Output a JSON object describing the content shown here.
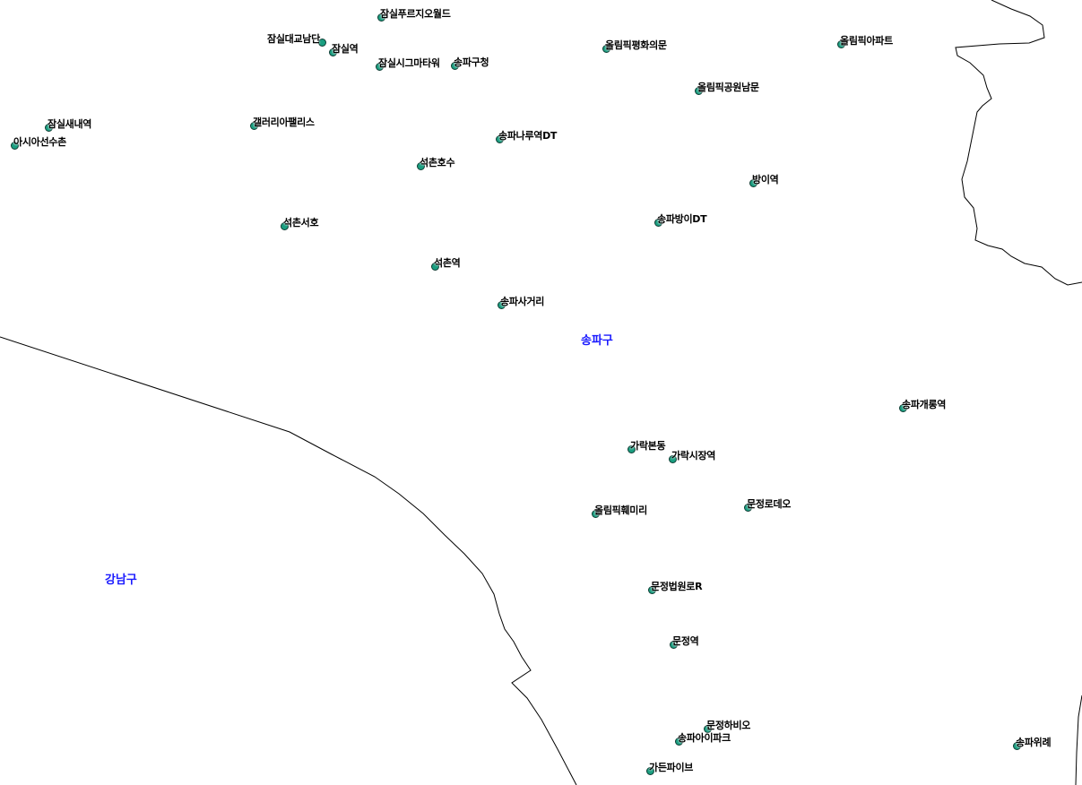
{
  "districts": [
    {
      "id": "songpa",
      "label": "송파구"
    },
    {
      "id": "gangnam",
      "label": "강남구"
    }
  ],
  "points": [
    {
      "id": "jamsil-fourseason-world",
      "label": "잠실푸르지오월드"
    },
    {
      "id": "jamsil-bridge-south",
      "label": "잠실대교남단"
    },
    {
      "id": "jamsil-station",
      "label": "잠실역"
    },
    {
      "id": "jamsil-sigma-tower",
      "label": "잠실시그마타워"
    },
    {
      "id": "songpa-gu-office",
      "label": "송파구청"
    },
    {
      "id": "olympic-peace-gate",
      "label": "올림픽평화의문"
    },
    {
      "id": "olympic-apartment",
      "label": "올림픽아파트"
    },
    {
      "id": "olympic-park-south-gate",
      "label": "올림픽공원남문"
    },
    {
      "id": "jamsil-saenae-station",
      "label": "잠실새내역"
    },
    {
      "id": "asian-athletes-village",
      "label": "아시아선수촌"
    },
    {
      "id": "galleria-palace",
      "label": "갤러리아팰리스"
    },
    {
      "id": "songpanaru-station-dt",
      "label": "송파나루역DT"
    },
    {
      "id": "seokchon-lake",
      "label": "석촌호수"
    },
    {
      "id": "bangi-station",
      "label": "방이역"
    },
    {
      "id": "songpa-bangi-dt",
      "label": "송파방이DT"
    },
    {
      "id": "seokchon-seoho",
      "label": "석촌서호"
    },
    {
      "id": "seokchon-station",
      "label": "석촌역"
    },
    {
      "id": "songpa-intersection",
      "label": "송파사거리"
    },
    {
      "id": "songpa-gaerong-station",
      "label": "송파개롱역"
    },
    {
      "id": "garak-bondong",
      "label": "가락본동"
    },
    {
      "id": "garak-market-station",
      "label": "가락시장역"
    },
    {
      "id": "munjeong-rodeo",
      "label": "문정로데오"
    },
    {
      "id": "olympic-family",
      "label": "올림픽훼미리"
    },
    {
      "id": "munjeong-court-road",
      "label": "문정법원로R"
    },
    {
      "id": "munjeong-station",
      "label": "문정역"
    },
    {
      "id": "munjeong-habio",
      "label": "문정하비오"
    },
    {
      "id": "songpa-i-park",
      "label": "송파아이파크"
    },
    {
      "id": "songpa-wirye",
      "label": "송파위례"
    },
    {
      "id": "garden-five",
      "label": "가든파이브"
    }
  ]
}
